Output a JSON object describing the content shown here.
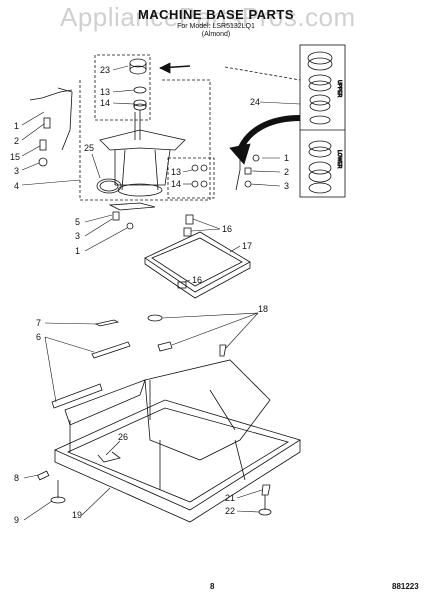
{
  "header": {
    "watermark": "AppliancePartsPros.com",
    "title": "MACHINE BASE PARTS",
    "subtitle_line1": "For Model: LSR5132LQ1",
    "subtitle_line2": "(Almond)"
  },
  "side_labels": {
    "upper": "UPPER",
    "lower": "LOWER"
  },
  "callouts": {
    "c23": "23",
    "c13a": "13",
    "c14a": "14",
    "c24": "24",
    "c1a": "1",
    "c2a": "2",
    "c15": "15",
    "c3a": "3",
    "c4": "4",
    "c25": "25",
    "c13b": "13",
    "c14b": "14",
    "c1b": "1",
    "c2b": "2",
    "c3b": "3",
    "c5": "5",
    "c3c": "3",
    "c1c": "1",
    "c16a": "16",
    "c17": "17",
    "c16b": "16",
    "c18": "18",
    "c7": "7",
    "c6": "6",
    "c26": "26",
    "c8": "8",
    "c9": "9",
    "c19": "19",
    "c21": "21",
    "c22": "22"
  },
  "footer": {
    "page": "8",
    "code": "881223"
  }
}
